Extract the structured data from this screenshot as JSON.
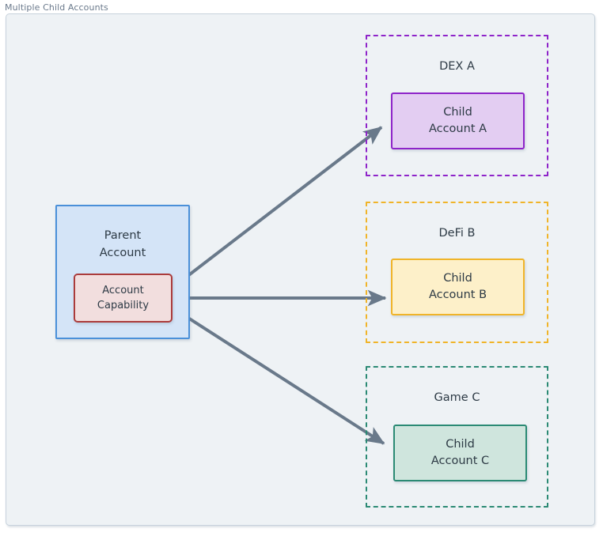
{
  "frame": {
    "title": "Multiple Child Accounts"
  },
  "colors": {
    "canvas_background": "#eef2f5",
    "canvas_border": "#c7d2dc",
    "text": "#2d3a45",
    "title_text": "#6b7a8c",
    "parent_fill": "#d4e4f7",
    "parent_border": "#4a90d9",
    "capability_fill": "#f2dede",
    "capability_border": "#ab3b3b",
    "dex_accent": "#8e24c9",
    "dex_fill": "#e3cdf2",
    "defi_accent": "#f0b429",
    "defi_fill": "#fdf0c9",
    "game_accent": "#2b8a74",
    "game_fill": "#cfe5dd",
    "arrow": "#69798a"
  },
  "diagram": {
    "parent": {
      "label": "Parent\nAccount",
      "capability_label": "Account\nCapability"
    },
    "groups": [
      {
        "id": "dex-a",
        "label": "DEX A",
        "child_label": "Child\nAccount A"
      },
      {
        "id": "defi-b",
        "label": "DeFi B",
        "child_label": "Child\nAccount B"
      },
      {
        "id": "game-c",
        "label": "Game C",
        "child_label": "Child\nAccount C"
      }
    ],
    "edges": [
      {
        "from": "account-capability",
        "to": "child-account-a"
      },
      {
        "from": "account-capability",
        "to": "child-account-b"
      },
      {
        "from": "account-capability",
        "to": "child-account-c"
      }
    ]
  }
}
